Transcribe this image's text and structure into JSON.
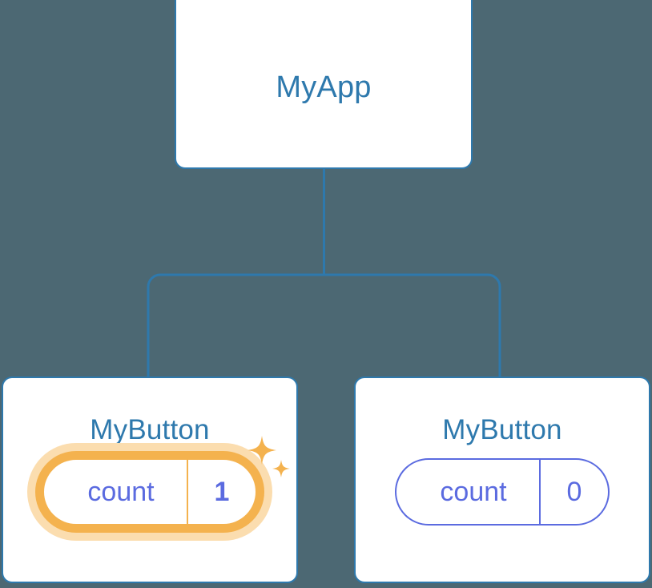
{
  "diagram": {
    "type": "component-tree",
    "background_color": "#4C6873",
    "accent_color": "#2E79AD",
    "state_color": "#5B6BE0",
    "highlight_color": "#F4B24E",
    "highlight_glow_color": "#FBDDAF"
  },
  "root": {
    "title": "MyApp"
  },
  "children": [
    {
      "title": "MyButton",
      "state": {
        "key": "count",
        "value": "1"
      },
      "highlighted": true,
      "sparkle_icons": [
        "sparkle-large-icon",
        "sparkle-small-icon"
      ]
    },
    {
      "title": "MyButton",
      "state": {
        "key": "count",
        "value": "0"
      },
      "highlighted": false,
      "sparkle_icons": []
    }
  ]
}
